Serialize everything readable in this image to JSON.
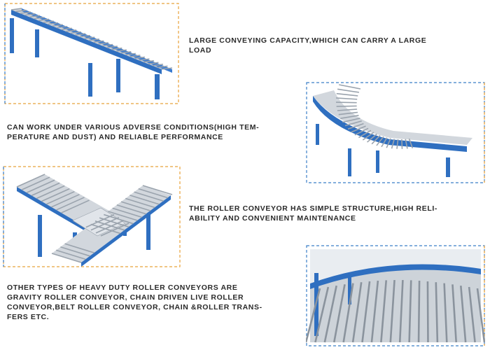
{
  "blocks": [
    {
      "lines": [
        "LARGE CONVEYING CAPACITY,WHICH CAN CARRY A LARGE",
        "LOAD"
      ]
    },
    {
      "lines": [
        "CAN WORK UNDER VARIOUS ADVERSE CONDITIONS(HIGH TEM-",
        "PERATURE AND DUST) AND  RELIABLE PERFORMANCE"
      ]
    },
    {
      "lines": [
        "THE ROLLER CONVEYOR HAS SIMPLE STRUCTURE,HIGH RELI-",
        "ABILITY AND CONVENIENT MAINTENANCE"
      ]
    },
    {
      "lines": [
        "OTHER TYPES OF HEAVY DUTY ROLLER CONVEYORS ARE",
        "GRAVITY ROLLER CONVEYOR, CHAIN DRIVEN LIVE ROLLER",
        "CONVEYOR,BELT ROLLER CONVEYOR, CHAIN &ROLLER TRANS-",
        "FERS ETC."
      ]
    }
  ],
  "colors": {
    "frame_orange": "#e8a23a",
    "frame_blue": "#3b7fc8",
    "steel_blue": "#2f6fc0",
    "roller": "#c9ced4"
  }
}
